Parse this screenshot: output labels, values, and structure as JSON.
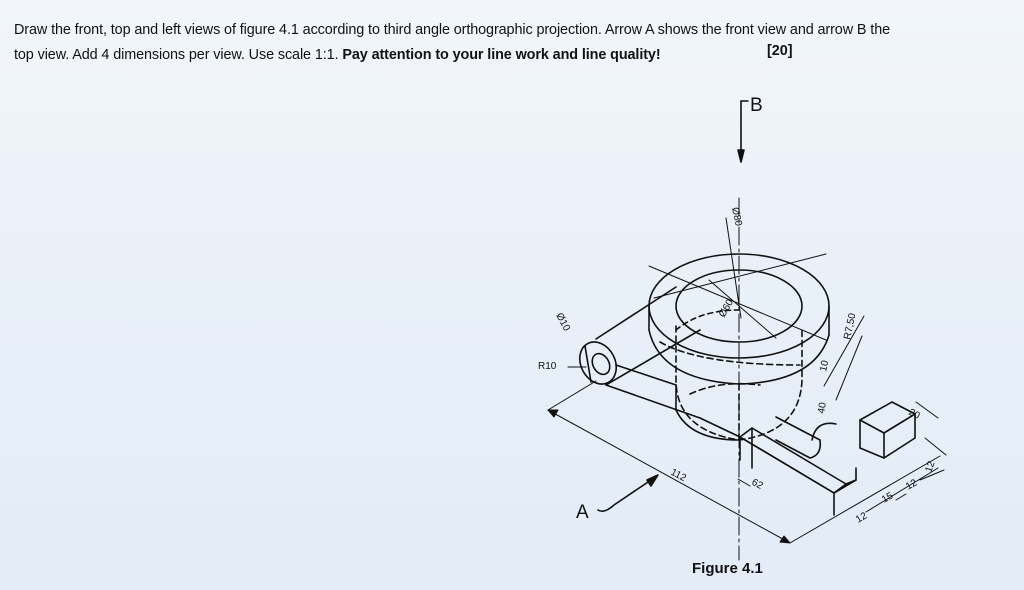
{
  "instruction": {
    "line1": "Draw the front, top and left views of figure 4.1 according to third angle orthographic projection. Arrow A shows the front view and arrow B the",
    "line2_normal": "top view. Add 4 dimensions per view. Use scale 1:1. ",
    "line2_bold": "Pay attention to your line work and line quality!",
    "marks": "[20]"
  },
  "figure": {
    "caption": "Figure 4.1",
    "arrow_a_label": "A",
    "arrow_b_label": "B",
    "dimensions": {
      "d10": "Ø10",
      "r10": "R10",
      "d80": "Ø80",
      "d60": "Ø60",
      "r7_5": "R7,50",
      "d10_small": "10",
      "d40": "40",
      "d112": "112",
      "d62": "62",
      "d20": "20",
      "d12a": "12",
      "d12b": "12",
      "d15": "15",
      "d12c": "12"
    }
  },
  "colors": {
    "ink": "#111111",
    "background": "#e9f0f8"
  }
}
